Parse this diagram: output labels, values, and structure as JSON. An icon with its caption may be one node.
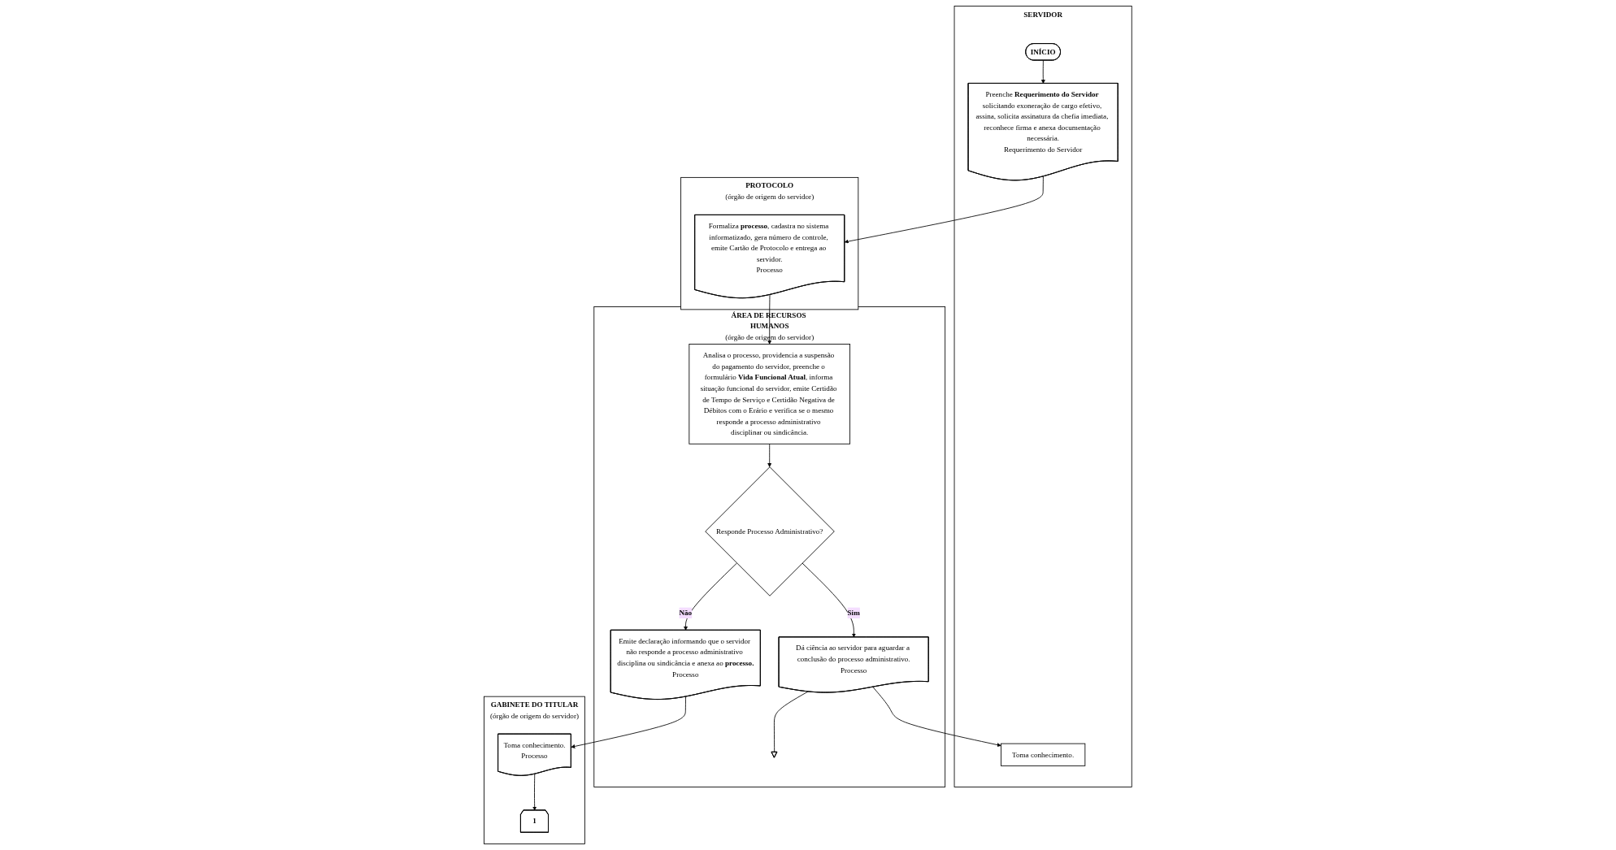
{
  "diagram": {
    "nodes": [
      {
        "text": [
          "SERVIDOR"
        ]
      },
      {
        "text": [
          "INÍCIO"
        ],
        "in": 0
      },
      {
        "text": [
          "Preenche **Requerimento do Servidor** solicitando exoneração de cargo efetivo, assina, solicita assinatura da chefia imediata, reconhece firma e anexa documentação necessária.",
          "Requerimento do Servidor"
        ],
        "in": 0
      },
      {
        "text": [
          "Toma conhecimento."
        ],
        "in": 0
      },
      {
        "text": [
          "PROTOCOLO",
          "(órgão de origem do servidor)"
        ]
      },
      {
        "text": [
          "Formaliza **processo**, cadastra no sistema informatizado, gera número de controle, emite Cartão de Protocolo e entrega ao servidor.",
          "Processo"
        ],
        "in": 4
      },
      {
        "text": [
          "ÁREA DE RECURSOS HUMANOS",
          "(órgão de origem do servidor)"
        ]
      },
      {
        "text": [
          "Analisa o processo, providencia a suspensão do pagamento do servidor, preenche o formulário **Vida Funcional Atual**, informa situação funcional do servidor, emite Certidão de Tempo de Serviço e Certidão Negativa de Débitos com o Erário e verifica se o mesmo responde a processo administrativo disciplinar ou sindicância."
        ],
        "in": 6
      },
      {
        "text": [
          "Responde Processo Administrativo?"
        ],
        "in": 6
      },
      {
        "text": [
          "Dá ciência ao servidor para aguardar a conclusão do processo administrativo.",
          "Processo"
        ],
        "in": 6
      },
      {
        "text": [
          "Emite declaração informando que o servidor não responde a processo administrativo disciplina ou sindicância e anexa ao **processo.**",
          "Processo"
        ],
        "in": 6
      },
      {
        "text": [],
        "shape": "archive",
        "in": 6
      },
      {
        "text": [
          "GABINETE DO TITULAR",
          "(órgão de origem do servidor)"
        ]
      },
      {
        "text": [
          "Toma conhecimento.",
          "Processo"
        ],
        "in": 12
      },
      {
        "text": [
          "1"
        ],
        "in": 12
      }
    ],
    "edges": [
      {
        "from": 1,
        "to": 2,
        "arrow": "to"
      },
      {
        "from": 2,
        "to": 5,
        "arrow": "to"
      },
      {
        "from": 5,
        "to": 7,
        "arrow": "to"
      },
      {
        "from": 7,
        "to": 8,
        "arrow": "to"
      },
      {
        "from": 8,
        "to": 9,
        "label": "Sim",
        "arrow": "to"
      },
      {
        "from": 8,
        "to": 10,
        "label": "Não",
        "arrow": "to"
      },
      {
        "from": 9,
        "to": 3,
        "arrow": "to"
      },
      {
        "from": 9,
        "to": 11,
        "arrow": "none"
      },
      {
        "from": 10,
        "to": 13,
        "arrow": "to"
      },
      {
        "from": 13,
        "to": 14,
        "arrow": "to"
      }
    ]
  }
}
